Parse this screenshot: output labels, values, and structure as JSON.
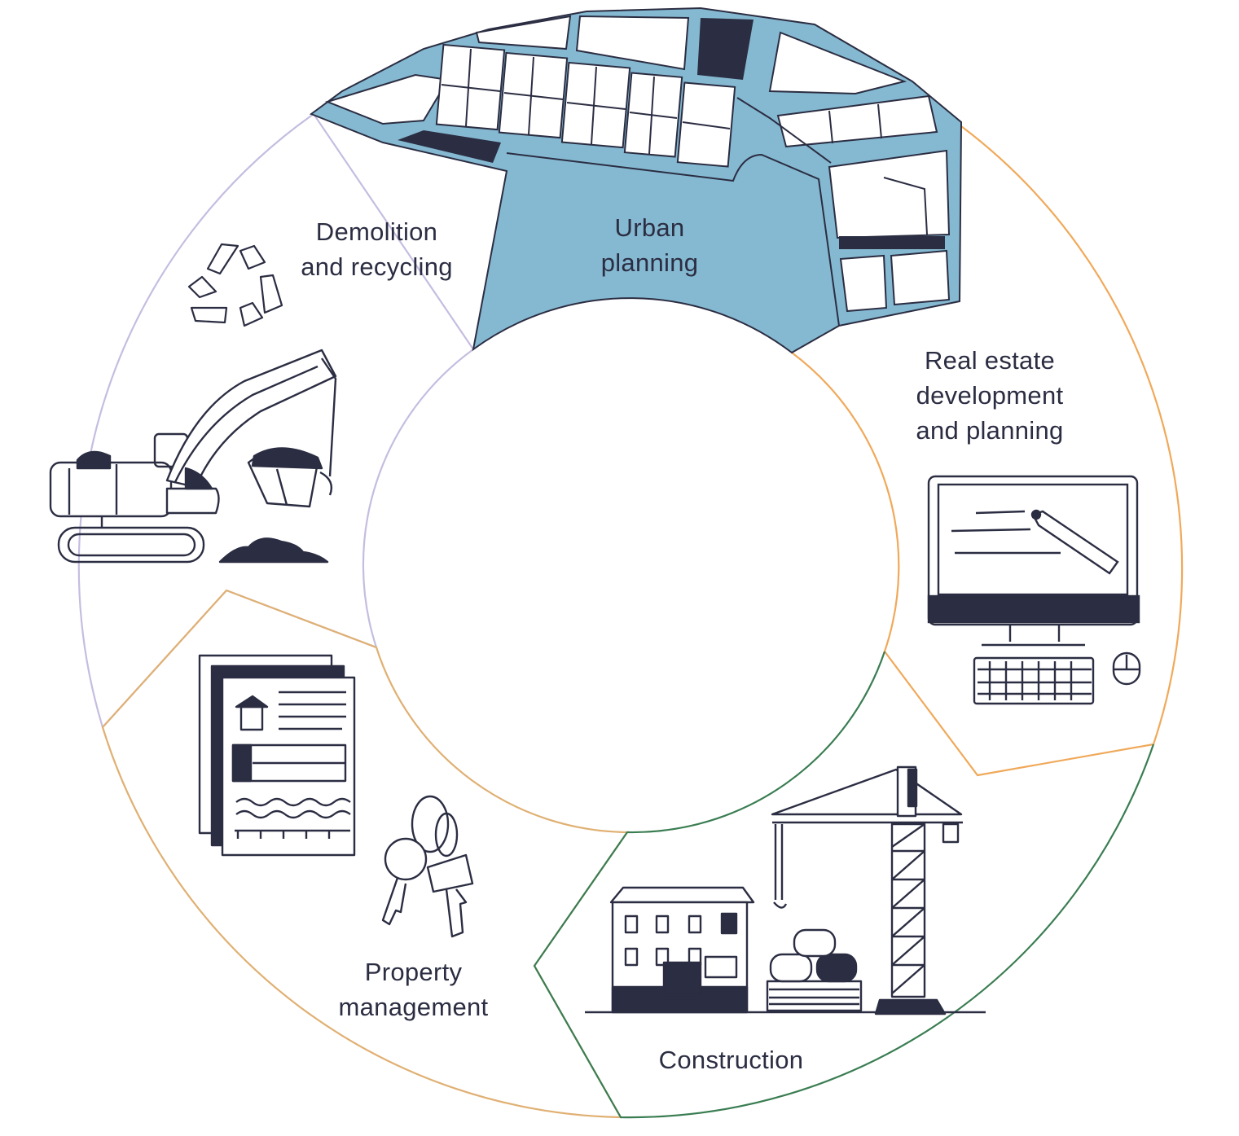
{
  "cycle": {
    "stages": [
      {
        "id": "urban-planning",
        "lines": [
          "Urban",
          "planning"
        ],
        "color": "#85b9d1"
      },
      {
        "id": "real-estate",
        "lines": [
          "Real estate",
          "development",
          "and planning"
        ],
        "color": "#f0a95a"
      },
      {
        "id": "construction",
        "lines": [
          "Construction"
        ],
        "color": "#3a7d52"
      },
      {
        "id": "property-management",
        "lines": [
          "Property",
          "management"
        ],
        "color": "#e0b073"
      },
      {
        "id": "demolition",
        "lines": [
          "Demolition",
          "and recycling"
        ],
        "color": "#c5bde0"
      }
    ]
  },
  "colors": {
    "ink": "#2b2d42",
    "background": "#ffffff"
  },
  "icons": {
    "urban-planning": "city-map-icon",
    "real-estate": "computer-monitor-icon",
    "construction": "tower-crane-icon",
    "property-management": "documents-and-keys-icon",
    "demolition": "excavator-and-recycle-icon"
  }
}
